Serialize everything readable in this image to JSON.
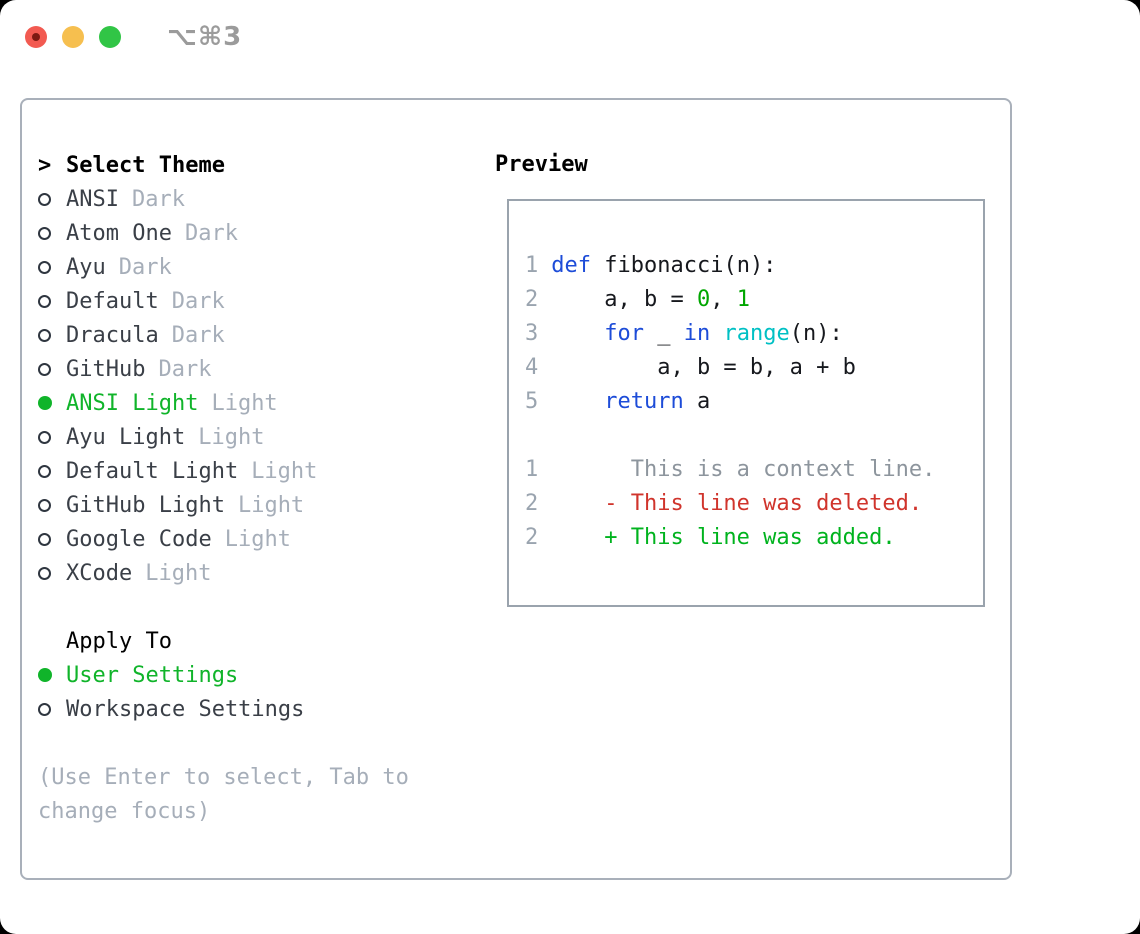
{
  "window": {
    "title": "⌥⌘3",
    "control_icons": [
      "close-icon",
      "minimize-icon",
      "zoom-icon"
    ]
  },
  "theme_picker": {
    "header_prefix": ">",
    "header": "Select Theme",
    "items": [
      {
        "name": "ANSI",
        "variant": "Dark",
        "selected": false
      },
      {
        "name": "Atom One",
        "variant": "Dark",
        "selected": false
      },
      {
        "name": "Ayu",
        "variant": "Dark",
        "selected": false
      },
      {
        "name": "Default",
        "variant": "Dark",
        "selected": false
      },
      {
        "name": "Dracula",
        "variant": "Dark",
        "selected": false
      },
      {
        "name": "GitHub",
        "variant": "Dark",
        "selected": false
      },
      {
        "name": "ANSI Light",
        "variant": "Light",
        "selected": true
      },
      {
        "name": "Ayu Light",
        "variant": "Light",
        "selected": false
      },
      {
        "name": "Default Light",
        "variant": "Light",
        "selected": false
      },
      {
        "name": "GitHub Light",
        "variant": "Light",
        "selected": false
      },
      {
        "name": "Google Code",
        "variant": "Light",
        "selected": false
      },
      {
        "name": "XCode",
        "variant": "Light",
        "selected": false
      }
    ]
  },
  "apply_to": {
    "header": "Apply To",
    "options": [
      {
        "label": "User Settings",
        "selected": true
      },
      {
        "label": "Workspace Settings",
        "selected": false
      }
    ]
  },
  "help": {
    "line1": "(Use Enter to select, Tab to",
    "line2": "change focus)"
  },
  "preview": {
    "title": "Preview",
    "code_lines": [
      {
        "num": "1",
        "tokens": [
          {
            "t": "def",
            "c": "kw"
          },
          {
            "t": " fibonacci(n):",
            "c": "pl"
          }
        ]
      },
      {
        "num": "2",
        "tokens": [
          {
            "t": "    a, b = ",
            "c": "pl"
          },
          {
            "t": "0",
            "c": "nu"
          },
          {
            "t": ", ",
            "c": "pl"
          },
          {
            "t": "1",
            "c": "nu"
          }
        ]
      },
      {
        "num": "3",
        "tokens": [
          {
            "t": "    ",
            "c": "pl"
          },
          {
            "t": "for",
            "c": "kw"
          },
          {
            "t": " _ ",
            "c": "pl"
          },
          {
            "t": "in",
            "c": "kw"
          },
          {
            "t": " ",
            "c": "pl"
          },
          {
            "t": "range",
            "c": "fn"
          },
          {
            "t": "(n):",
            "c": "pl"
          }
        ]
      },
      {
        "num": "4",
        "tokens": [
          {
            "t": "        a, b = b, a + b",
            "c": "pl"
          }
        ]
      },
      {
        "num": "5",
        "tokens": [
          {
            "t": "    ",
            "c": "pl"
          },
          {
            "t": "return",
            "c": "kw"
          },
          {
            "t": " a",
            "c": "pl"
          }
        ]
      }
    ],
    "diff_lines": [
      {
        "num": "1",
        "text": "      This is a context line.",
        "kind": "context"
      },
      {
        "num": "2",
        "text": "    - This line was deleted.",
        "kind": "deleted"
      },
      {
        "num": "2",
        "text": "    + This line was added.",
        "kind": "added"
      }
    ]
  },
  "colors": {
    "accent_green": "#10b42a",
    "keyword_blue": "#1d4cd8",
    "function_cyan": "#00c0c4",
    "number_green": "#00a600",
    "deleted_red": "#d0342c",
    "added_green": "#00b31e",
    "muted_gray": "#a6aeb9"
  }
}
